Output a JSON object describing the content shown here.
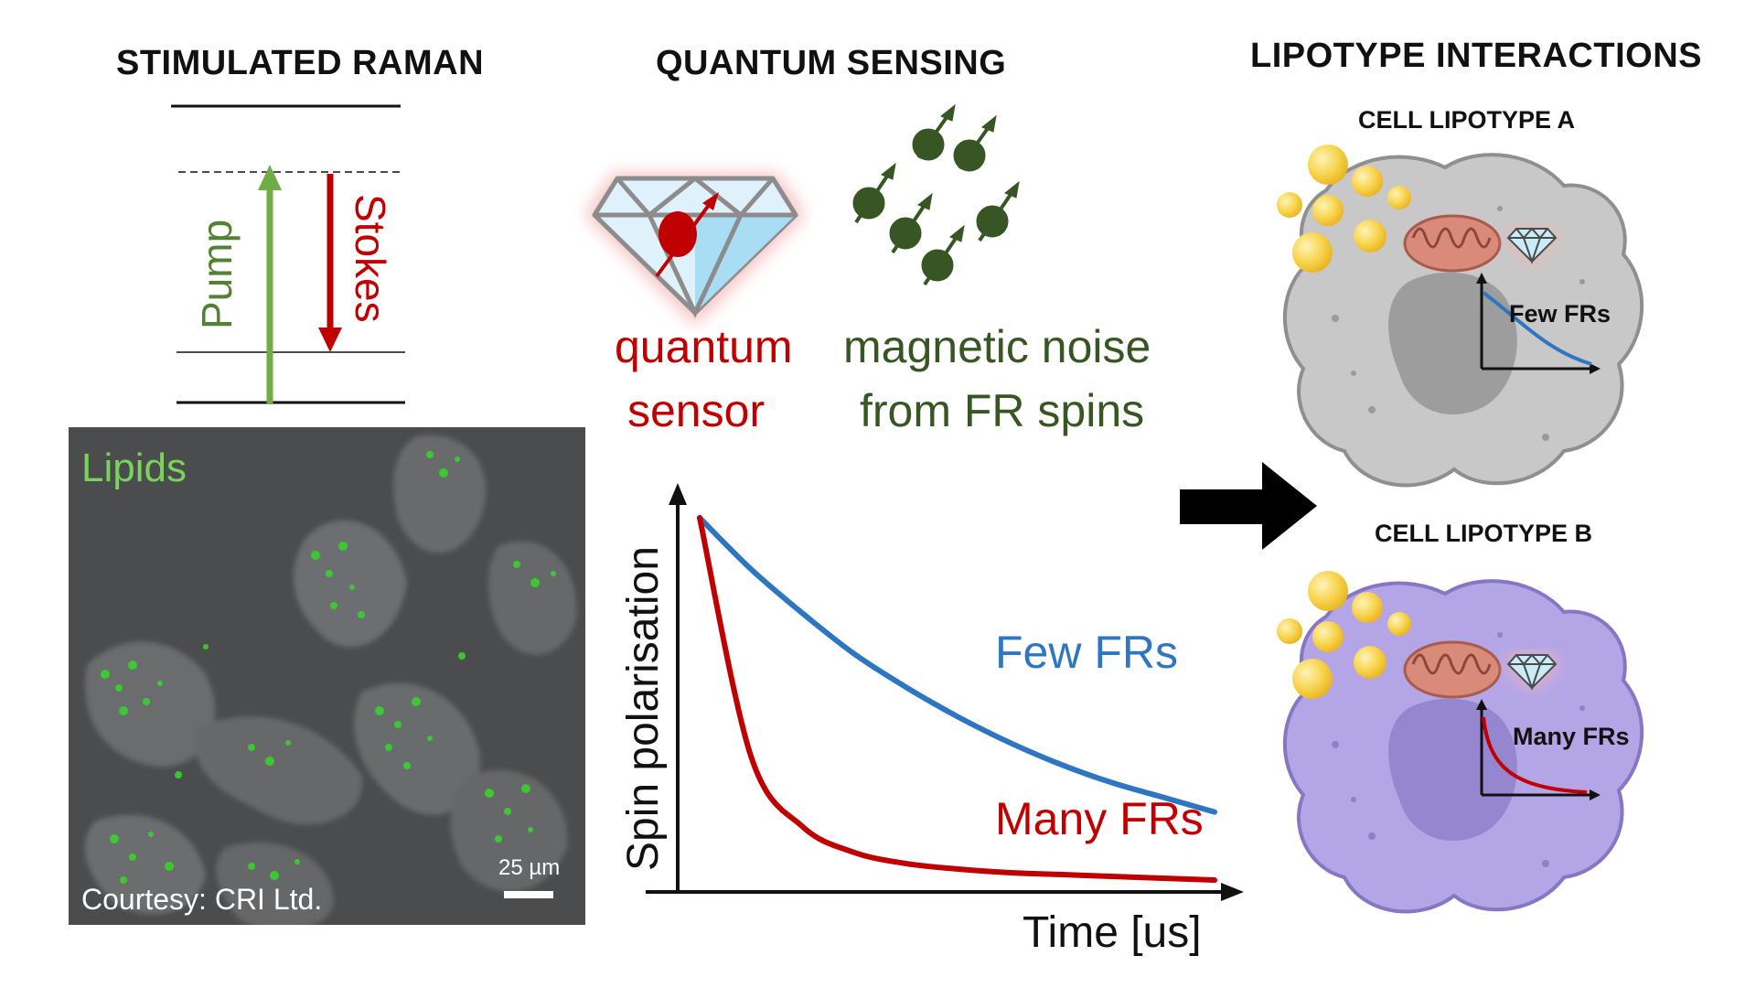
{
  "sections": {
    "raman_title": "STIMULATED RAMAN",
    "quantum_title": "QUANTUM SENSING",
    "lipotype_title": "LIPOTYPE INTERACTIONS"
  },
  "raman": {
    "pump_label": "Pump",
    "stokes_label": "Stokes",
    "image_label": "Lipids",
    "scale_label": "25 µm",
    "credit": "Courtesy: CRI Ltd."
  },
  "quantum": {
    "sensor_label_1": "quantum",
    "sensor_label_2": "sensor",
    "noise_label_1": "magnetic noise",
    "noise_label_2": "from FR spins"
  },
  "chart_data": {
    "type": "line",
    "xlabel": "Time [us]",
    "ylabel": "Spin polarisation",
    "series": [
      {
        "name": "Few FRs",
        "color": "#2e75c2",
        "values": [
          1.0,
          0.86,
          0.74,
          0.63,
          0.54,
          0.46,
          0.39,
          0.33,
          0.28,
          0.24,
          0.2
        ]
      },
      {
        "name": "Many FRs",
        "color": "#c00000",
        "values": [
          1.0,
          0.35,
          0.16,
          0.09,
          0.06,
          0.045,
          0.035,
          0.03,
          0.025,
          0.02,
          0.015
        ]
      }
    ]
  },
  "lipotypes": {
    "a_title": "CELL LIPOTYPE A",
    "a_label": "Few FRs",
    "b_title": "CELL LIPOTYPE B",
    "b_label": "Many FRs"
  },
  "colors": {
    "green": "#548235",
    "dark_green": "#385723",
    "red": "#c00000",
    "blue": "#2e75c2",
    "cell_a": "#c8c8c8",
    "cell_b": "#b4a6e6"
  }
}
